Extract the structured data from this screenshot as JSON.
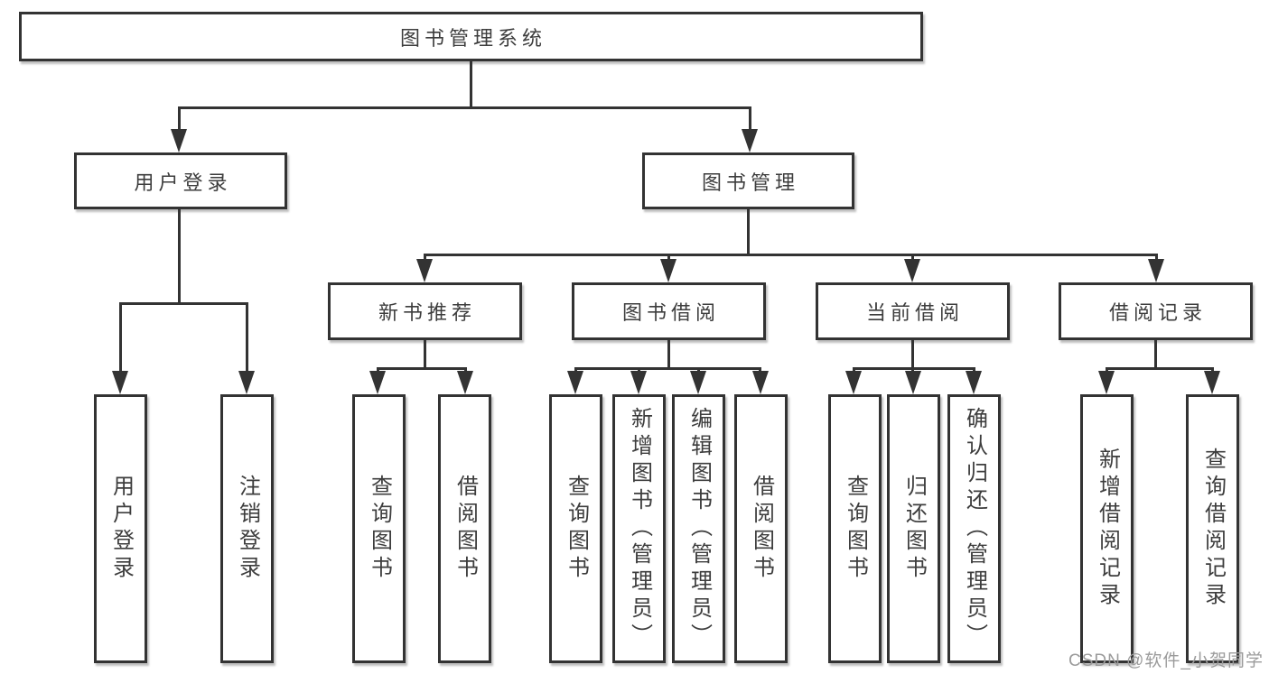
{
  "diagram_title": "图书管理系统",
  "nodes": {
    "root": "图书管理系统",
    "user_login": "用户登录",
    "book_mgmt": "图书管理",
    "new_book_rec": "新书推荐",
    "book_borrow": "图书借阅",
    "current_borrow": "当前借阅",
    "borrow_record": "借阅记录",
    "leaf_user_login": "用户登录",
    "leaf_logout": "注销登录",
    "leaf_rec_query_books": "查询图书",
    "leaf_rec_borrow_books": "借阅图书",
    "leaf_bor_query_books": "查询图书",
    "leaf_bor_add_books": "新增图书（管理员）",
    "leaf_bor_edit_books": "编辑图书（管理员）",
    "leaf_bor_borrow_books": "借阅图书",
    "leaf_cur_query_books": "查询图书",
    "leaf_cur_return_books": "归还图书",
    "leaf_cur_confirm_return": "确认归还（管理员）",
    "leaf_log_add_record": "新增借阅记录",
    "leaf_log_query_record": "查询借阅记录"
  },
  "watermark": "CSDN @软件_小贺同学",
  "colors": {
    "line": "#333333",
    "text": "#3d3d3d",
    "box_background": "#ffffff",
    "page_background": "#ffffff",
    "watermark": "#9b9b9b"
  }
}
